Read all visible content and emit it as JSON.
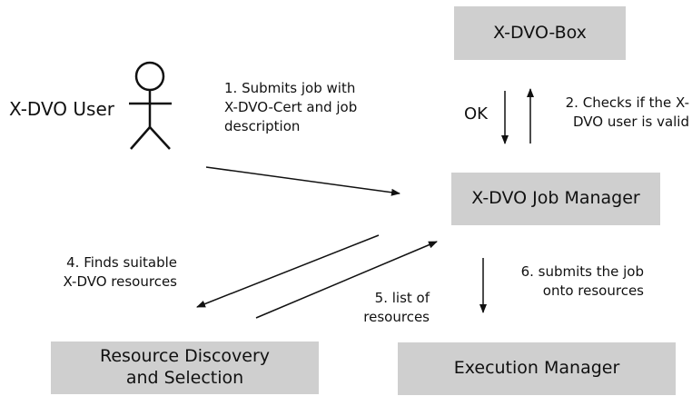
{
  "nodes": {
    "user": "X-DVO User",
    "box": "X-DVO-Box",
    "job_manager": "X-DVO Job Manager",
    "resource_discovery": "Resource Discovery\nand Selection",
    "execution_manager": "Execution Manager"
  },
  "edges": {
    "submit": "1. Submits job with\nX-DVO-Cert and job\ndescription",
    "check": "2. Checks if the X-\nDVO user is valid",
    "ok": "OK",
    "find": "4. Finds suitable\nX-DVO resources",
    "list": "5. list of\nresources",
    "exec": "6. submits the job\nonto resources"
  },
  "colors": {
    "box_fill": "#cfcfcf",
    "line": "#111111"
  }
}
